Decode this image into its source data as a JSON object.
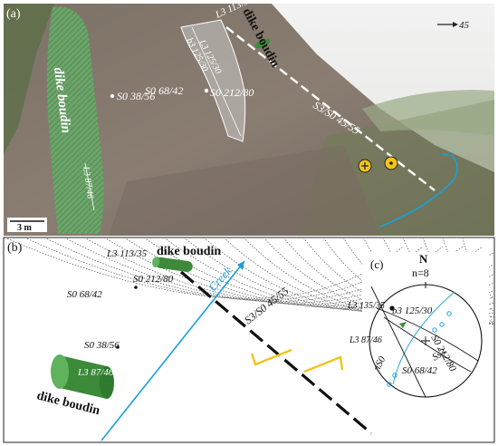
{
  "panel_a": {
    "label": "(a)",
    "north_arrow": "45",
    "dike_boudin_left": "dike boudin",
    "dike_boudin_top": "dike boudin",
    "lineation_top": "L3 113/35",
    "lineation_left": "L3 87/46",
    "fold_hinge": "b3 125/30",
    "fold_axial": "L3 125/30",
    "bedding_1": "S0 68/42",
    "bedding_2": "S0 212/80",
    "bedding_3": "S0 38/56",
    "foliation": "S3/S0 45/55",
    "scale_bar": "3 m",
    "colors": {
      "dike": "#3c8a3a",
      "creek": "#1aa0d8",
      "marker": "#f0c419"
    }
  },
  "panel_b": {
    "label": "(b)",
    "lineation_top": "L3 113/35",
    "dike_boudin_top": "dike boudin",
    "creek": "Creek",
    "bedding_1": "S0 68/42",
    "bedding_2": "S0 212/80",
    "bedding_3": "S0 38/56",
    "foliation": "S3/S0 45/55",
    "lineation_cyl": "L3 87/46",
    "dike_boudin_bottom": "dike boudin"
  },
  "panel_c": {
    "label": "(c)",
    "north": "N",
    "n_count": "n=8",
    "lineation_1": "L3 135/35",
    "fold_hinge": "b3 125/30",
    "lineation_2": "L3 87/46",
    "bedding_1": "S0 212/80",
    "foliation": "Ss3",
    "bedding_2": "S0 68/42",
    "pole": "πS0"
  }
}
